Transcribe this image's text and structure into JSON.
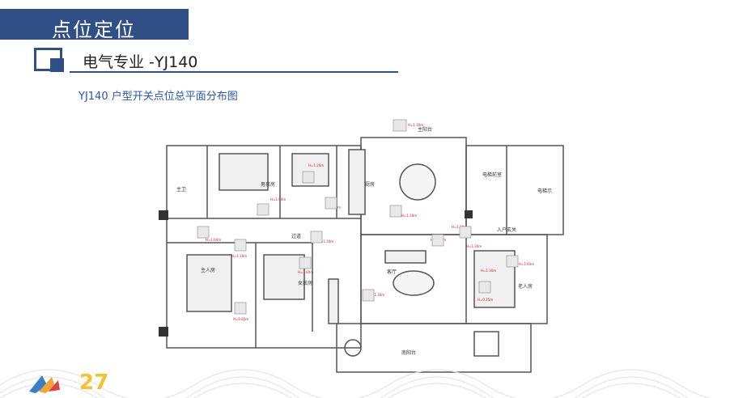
{
  "header": {
    "title": "点位定位"
  },
  "section": {
    "subtitle": "电气专业 -YJ140"
  },
  "caption": "YJ140 户型开关点位总平面分布图",
  "plan": {
    "rooms": {
      "main_balcony": "主阳台",
      "elevator_hall": "电梯前室",
      "elevator": "电梯示",
      "master_bath": "主卫",
      "boy_room": "男孩房",
      "kitchen": "厨房",
      "corridor": "过道",
      "entrance": "入户玄关",
      "master_bed": "主人房",
      "girl_room": "女孩房",
      "living": "客厅",
      "elder_room": "老人房",
      "south_balcony": "南阳台"
    },
    "heights": {
      "h1": "H=1.30m",
      "h2": "H=1.30m",
      "h3": "H=1.00m",
      "h4": "H=1.30m",
      "h5": "H=1.30m",
      "h6": "H=1.60m",
      "h7": "H=1.30m",
      "h8": "H=1.30m",
      "h9": "H=1.30m",
      "h10": "H=1.30m",
      "h11": "H=1.80m",
      "h12": "H=1.30m",
      "h13": "H=0.85m",
      "h14": "H=1.30m",
      "h15": "H=1.60m",
      "h16": "H=0.35m",
      "h17": "H=1.30m"
    }
  },
  "footer": {
    "logo_text": "27"
  }
}
